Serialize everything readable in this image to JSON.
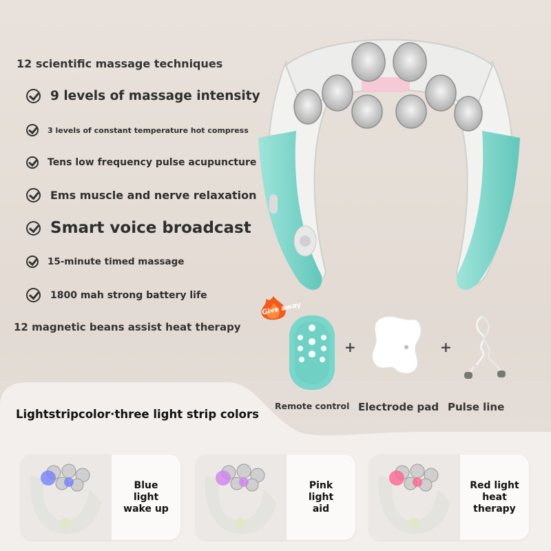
{
  "headline": "12 scientific massage techniques",
  "features": [
    {
      "text": "9 levels of massage intensity"
    },
    {
      "text": "3 levels of constant temperature hot compress"
    },
    {
      "text": "Tens low frequency pulse acupuncture"
    },
    {
      "text": "Ems muscle and nerve relaxation"
    },
    {
      "text": "Smart voice broadcast"
    },
    {
      "text": "15-minute timed massage"
    },
    {
      "text": "1800 mah strong battery life"
    }
  ],
  "footer_line": "12 magnetic beans assist heat therapy",
  "giveaway_badge": "Give away",
  "accessories": [
    {
      "label": "Remote control"
    },
    {
      "label": "Electrode pad"
    },
    {
      "label": "Pulse line"
    }
  ],
  "plus_sign": "+",
  "light_strip_title": "Lightstripcolor·three light strip colors",
  "light_cards": [
    {
      "lines": [
        "Blue",
        "light",
        "wake up"
      ],
      "color": "#6f7cff"
    },
    {
      "lines": [
        "Pink",
        "light",
        "aid"
      ],
      "color": "#d07cf0"
    },
    {
      "lines": [
        "Red light",
        "heat",
        "therapy"
      ],
      "color": "#ff5f8a"
    }
  ],
  "colors": {
    "accent": "#7fd8cc",
    "device_white": "#f1f1f0"
  }
}
